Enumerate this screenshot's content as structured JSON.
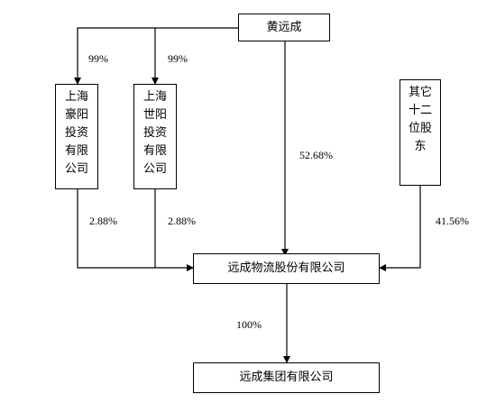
{
  "entities": {
    "huang_yuancheng": "黄远成",
    "shanghai_haoyang": "上海豪阳投资有限公司",
    "shanghai_shiyang": "上海世阳投资有限公司",
    "other_twelve": "其它十二位股东",
    "yuancheng_logistics": "远成物流股份有限公司",
    "yuancheng_group": "远成集团有限公司"
  },
  "stakes": {
    "huang_to_haoyang": "99%",
    "huang_to_shiyang": "99%",
    "huang_to_logistics": "52.68%",
    "haoyang_to_logistics": "2.88%",
    "shiyang_to_logistics": "2.88%",
    "others_to_logistics": "41.56%",
    "logistics_to_group": "100%"
  }
}
